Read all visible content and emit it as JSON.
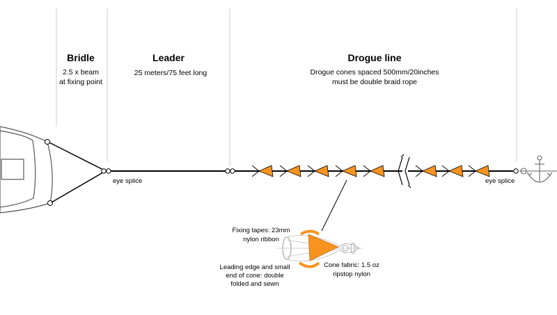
{
  "sections": [
    {
      "id": "bridle",
      "title": "Bridle",
      "lines": [
        "2.5 x beam",
        "at fixing point"
      ]
    },
    {
      "id": "leader",
      "title": "Leader",
      "lines": [
        "25 meters/75 feet  long"
      ]
    },
    {
      "id": "drogue",
      "title": "Drogue line",
      "lines": [
        "Drogue cones spaced 500mm/20inches",
        "must be double braid rope"
      ]
    }
  ],
  "labels": {
    "eye_splice_left": "eye splice",
    "eye_splice_right": "eye splice"
  },
  "detail": {
    "fixing_tapes": [
      "Fixing tapes: 23mm",
      "nylon ribbon"
    ],
    "leading_edge": [
      "Leading edge and small",
      "end of cone: double",
      "folded and sewn"
    ],
    "cone_fabric": [
      "Cone fabric: 1.5 oz",
      "ripstop nylon"
    ]
  },
  "colors": {
    "cone": "#f7931e",
    "line": "#000000",
    "divider": "#cccccc",
    "hull": "#555555"
  },
  "icons": {
    "anchor": "anchor-icon",
    "boat": "boat-hull-icon"
  }
}
